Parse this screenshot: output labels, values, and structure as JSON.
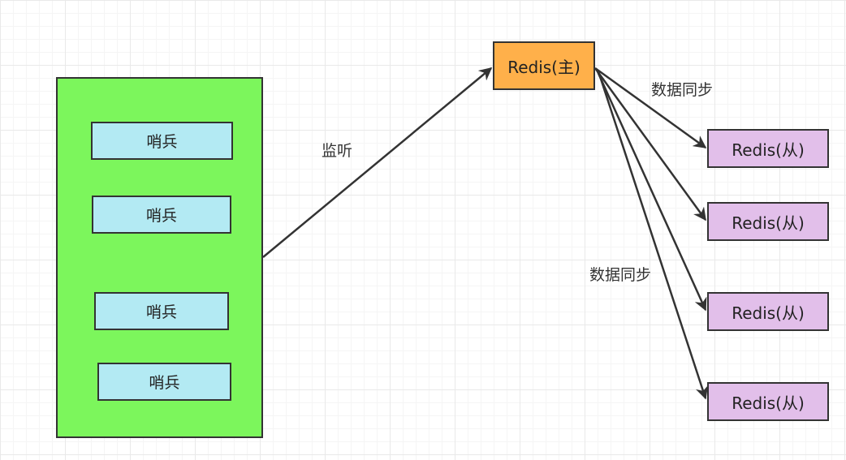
{
  "colors": {
    "cluster_fill": "#7cf65c",
    "sentinel_fill": "#b3eaf3",
    "master_fill": "#ffb04a",
    "replica_fill": "#e2bfea",
    "stroke": "#333333"
  },
  "sentinels": [
    {
      "label": "哨兵"
    },
    {
      "label": "哨兵"
    },
    {
      "label": "哨兵"
    },
    {
      "label": "哨兵"
    }
  ],
  "master": {
    "label": "Redis(主)"
  },
  "replicas": [
    {
      "label": "Redis(从)"
    },
    {
      "label": "Redis(从)"
    },
    {
      "label": "Redis(从)"
    },
    {
      "label": "Redis(从)"
    }
  ],
  "edges": {
    "monitor_label": "监听",
    "sync_labels": [
      "数据同步",
      "数据同步"
    ]
  }
}
